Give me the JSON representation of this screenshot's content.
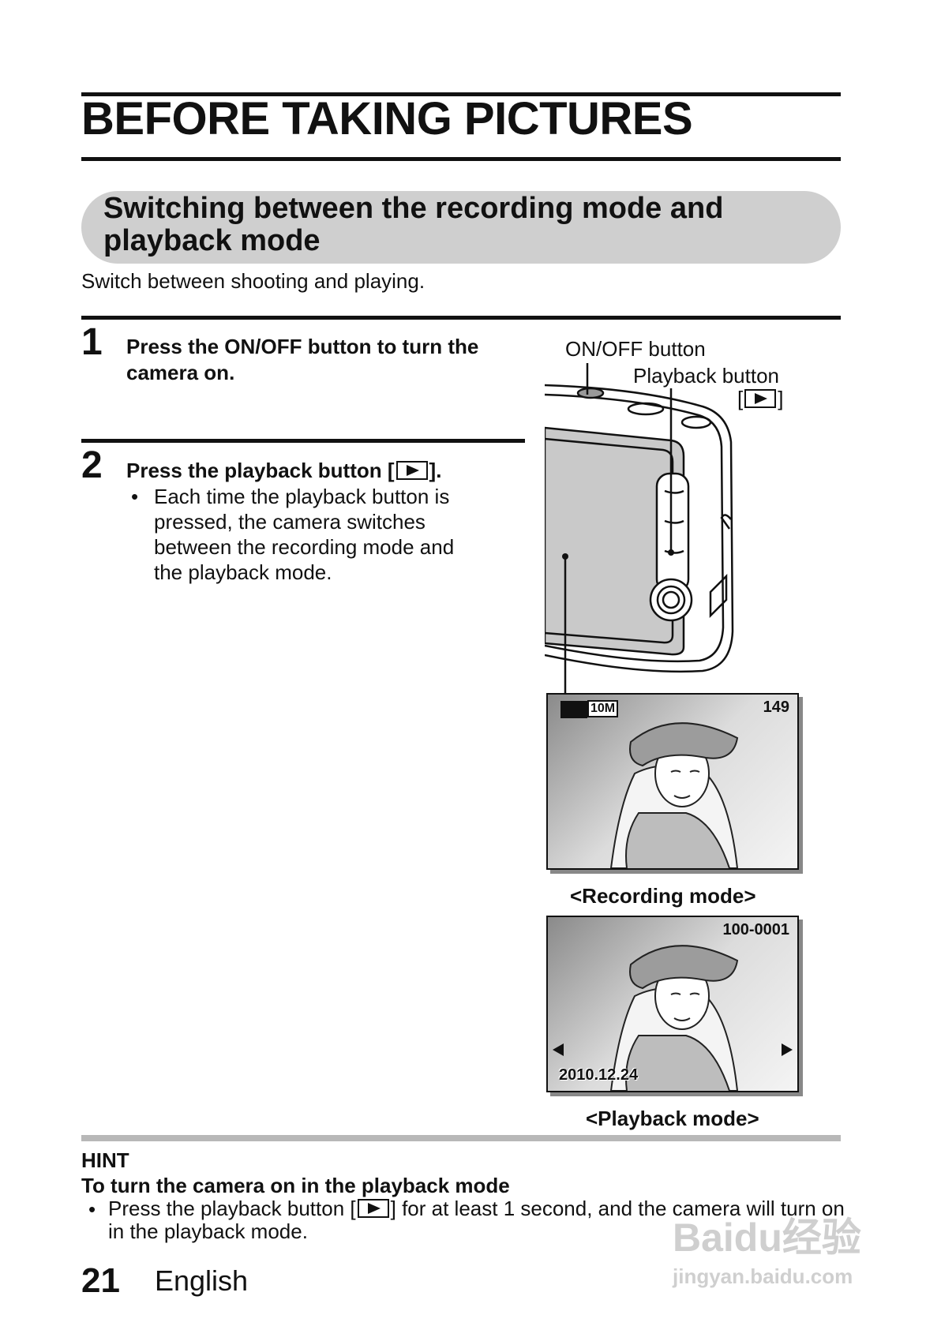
{
  "page": {
    "title": "BEFORE TAKING PICTURES",
    "section_title": "Switching between the recording mode and playback mode",
    "intro": "Switch between shooting and playing."
  },
  "steps": [
    {
      "number": "1",
      "text": "Press the ON/OFF button to turn the camera on."
    },
    {
      "number": "2",
      "text_before": "Press the playback button [",
      "text_after": "].",
      "bullet": "Each time the playback button is pressed, the camera switches between the recording mode and the playback mode."
    }
  ],
  "figure": {
    "labels": {
      "onoff": "ON/OFF button",
      "playback": "Playback button",
      "bracket_open": "[",
      "bracket_close": "]"
    },
    "recording_screen": {
      "mode_icon_text": "10M",
      "shots_remaining": "149"
    },
    "playback_screen": {
      "file_number": "100-0001",
      "date": "2010.12.24"
    },
    "captions": {
      "recording": "<Recording mode>",
      "playback": "<Playback mode>"
    }
  },
  "hint": {
    "heading": "HINT",
    "subheading": "To turn the camera on in the playback mode",
    "text_before": "Press the playback button [",
    "text_after": "] for at least 1 second, and the camera will turn on in the playback mode."
  },
  "footer": {
    "page_number": "21",
    "language": "English"
  },
  "watermark": {
    "brand": "Baidu经验",
    "url": "jingyan.baidu.com"
  },
  "colors": {
    "rule": "#111111",
    "section_band": "#cfcfcf",
    "hint_bar": "#b8b8b8",
    "screen_gray": "#c9c9c9"
  }
}
